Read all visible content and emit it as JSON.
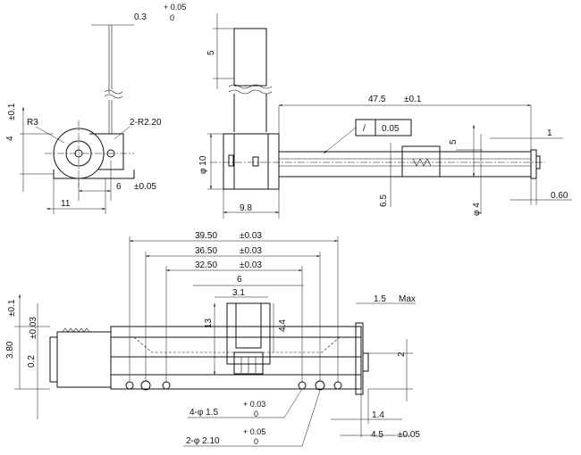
{
  "top_left_view": {
    "wire_tol_plus": "+ 0.05",
    "wire_tol_minus": "0",
    "wire_dim": "0.3",
    "radius_a": "R3",
    "radius_b": "2-R2.20",
    "height_dim": "4",
    "height_tol": "±0.1",
    "width_dim": "11",
    "slot_dim": "6",
    "slot_tol": "±0.05"
  },
  "top_right_view": {
    "connector_dim": "5",
    "length_dim": "47.5",
    "length_tol": "±0.1",
    "gdt_symbol": "/",
    "gdt_value": "0.05",
    "height_5": "5",
    "end_dim": "1",
    "motor_dia": "φ 10",
    "motor_len": "9.8",
    "offset_dim": "6.5",
    "shaft_dia": "φ 4",
    "plate_dim": "0.60"
  },
  "bottom_view": {
    "dim_a": "39.50",
    "dim_a_tol": "±0.03",
    "dim_b": "36.50",
    "dim_b_tol": "±0.03",
    "dim_c": "32.50",
    "dim_c_tol": "±0.03",
    "slider_6": "6",
    "slider_31": "3.1",
    "slider_13": "13",
    "slider_44": "4.4",
    "max_dim": "1.5",
    "max_label": "Max",
    "h_380": "3.80",
    "h_380_tol": "±0.1",
    "h_tol2": "±0.03",
    "h_02": "0.2",
    "right_2": "2",
    "hole4_tol_plus": "+ 0.03",
    "hole4_label": "4-φ  1.5",
    "hole4_tol_minus": "0",
    "hole2_tol_plus": "+ 0.05",
    "hole2_label": "2-φ  2.10",
    "hole2_tol_minus": "0",
    "pitch_14": "1.4",
    "pitch_45": "4.5",
    "pitch_45_tol": "±0.05"
  }
}
